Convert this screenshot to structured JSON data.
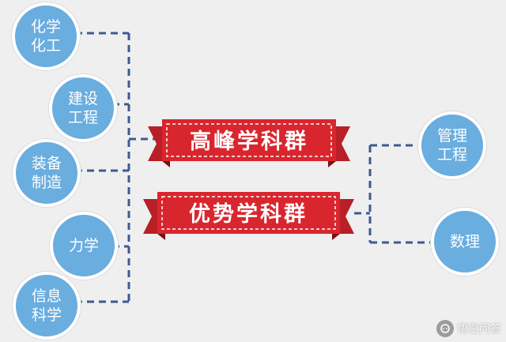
{
  "left_nodes": [
    {
      "label": "化学\n化工"
    },
    {
      "label": "建设\n工程"
    },
    {
      "label": "装备\n制造"
    },
    {
      "label": "力学"
    },
    {
      "label": "信息\n科学"
    }
  ],
  "center_banners": [
    {
      "label": "高峰学科群"
    },
    {
      "label": "优势学科群"
    }
  ],
  "right_nodes": [
    {
      "label": "管理\n工程"
    },
    {
      "label": "数理"
    }
  ],
  "watermark": {
    "text": "悟空问答"
  },
  "colors": {
    "node_fill": "#6aaddf",
    "banner_red": "#d9262e",
    "banner_dark": "#9b141a",
    "line": "#3d5a92",
    "background": "#efefef"
  }
}
